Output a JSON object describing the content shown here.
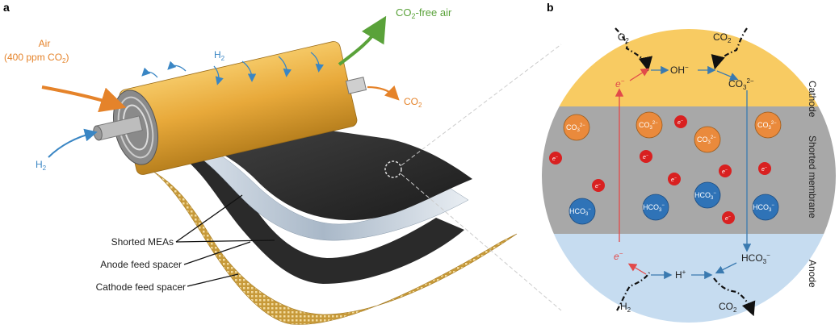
{
  "panel_a": {
    "label": "a",
    "air_label": "Air",
    "air_detail": "(400 ppm CO",
    "air_detail_sub": "2",
    "air_detail_end": ")",
    "co2_free_prefix": "CO",
    "co2_free_sub": "2",
    "co2_free_suffix": "-free air",
    "h2_top": "H",
    "h2_top_sub": "2",
    "h2_left": "H",
    "h2_left_sub": "2",
    "co2_out": "CO",
    "co2_out_sub": "2",
    "callouts": {
      "meas": "Shorted MEAs",
      "anode_spacer": "Anode feed spacer",
      "cathode_spacer": "Cathode feed spacer"
    },
    "colors": {
      "cylinder": "#e8a93a",
      "membrane": "#2b2b2b",
      "spacer": "#c79a3a",
      "air": "#e5832a",
      "h2": "#3a86c4",
      "co2_free": "#5aa23a"
    }
  },
  "panel_b": {
    "label": "b",
    "zones": {
      "cathode": "Cathode",
      "membrane": "Shorted membrane",
      "anode": "Anode"
    },
    "top": {
      "o2": "O",
      "o2_sub": "2",
      "co2": "CO",
      "co2_sub": "2",
      "electron": "e",
      "electron_sup": "−",
      "oh": "OH",
      "oh_sup": "−",
      "carbonate": "CO",
      "carbonate_sub": "3",
      "carbonate_sup": "2−"
    },
    "bottom": {
      "electron": "e",
      "electron_sup": "−",
      "h_plus": "H",
      "h_plus_sup": "+",
      "bicarbonate": "HCO",
      "bicarbonate_sub": "3",
      "bicarbonate_sup": "−",
      "h2": "H",
      "h2_sub": "2",
      "co2": "CO",
      "co2_sub": "2"
    },
    "ions": {
      "carbonate": "CO",
      "carbonate_sub": "3",
      "carbonate_sup": "2−",
      "bicarbonate": "HCO",
      "bicarbonate_sub": "3",
      "bicarbonate_sup": "−",
      "electron": "e",
      "electron_sup": "−"
    },
    "colors": {
      "cathode_zone": "#f8cb62",
      "membrane_zone": "#a8a8a8",
      "anode_zone": "#c6dcf0",
      "carbonate_ion": "#ea8a3c",
      "bicarbonate_ion": "#2f73b7",
      "electron": "#d92020",
      "electron_path": "#e24a4a",
      "ion_path": "#3a7ab0"
    }
  }
}
